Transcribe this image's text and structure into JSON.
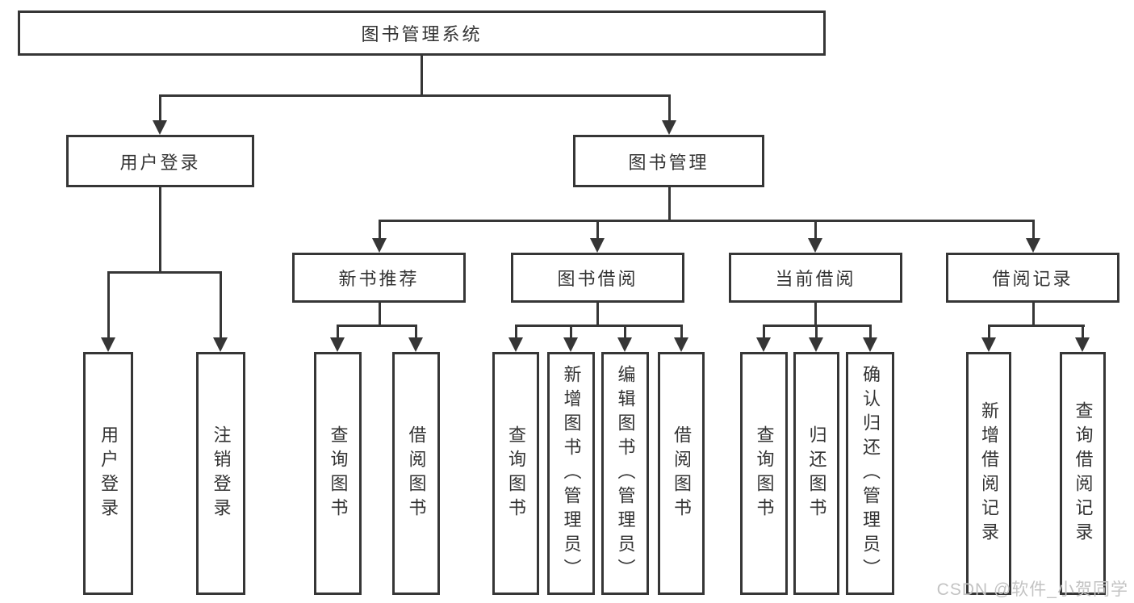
{
  "diagram": {
    "type": "hierarchy-tree",
    "root": {
      "label": "图书管理系统"
    },
    "level2": [
      {
        "id": "user-login",
        "label": "用户登录",
        "parent": "图书管理系统"
      },
      {
        "id": "book-management",
        "label": "图书管理",
        "parent": "图书管理系统"
      }
    ],
    "level3": [
      {
        "id": "new-book-recommend",
        "label": "新书推荐",
        "parent": "图书管理"
      },
      {
        "id": "book-borrow",
        "label": "图书借阅",
        "parent": "图书管理"
      },
      {
        "id": "current-borrow",
        "label": "当前借阅",
        "parent": "图书管理"
      },
      {
        "id": "borrow-records",
        "label": "借阅记录",
        "parent": "图书管理"
      }
    ],
    "leaves": [
      {
        "label": "用户登录",
        "parent": "用户登录"
      },
      {
        "label": "注销登录",
        "parent": "用户登录"
      },
      {
        "label": "查询图书",
        "parent": "新书推荐"
      },
      {
        "label": "借阅图书",
        "parent": "新书推荐"
      },
      {
        "label": "查询图书",
        "parent": "图书借阅"
      },
      {
        "label": "新增图书（管理员）",
        "parent": "图书借阅"
      },
      {
        "label": "编辑图书（管理员）",
        "parent": "图书借阅"
      },
      {
        "label": "借阅图书",
        "parent": "图书借阅"
      },
      {
        "label": "查询图书",
        "parent": "当前借阅"
      },
      {
        "label": "归还图书",
        "parent": "当前借阅"
      },
      {
        "label": "确认归还（管理员）",
        "parent": "当前借阅"
      },
      {
        "label": "新增借阅记录",
        "parent": "借阅记录"
      },
      {
        "label": "查询借阅记录",
        "parent": "借阅记录"
      }
    ]
  },
  "watermark": "CSDN @软件_小贺同学",
  "colors": {
    "line": "#363636",
    "text": "#333333",
    "watermark": "#c3c3c3",
    "background": "#ffffff"
  }
}
